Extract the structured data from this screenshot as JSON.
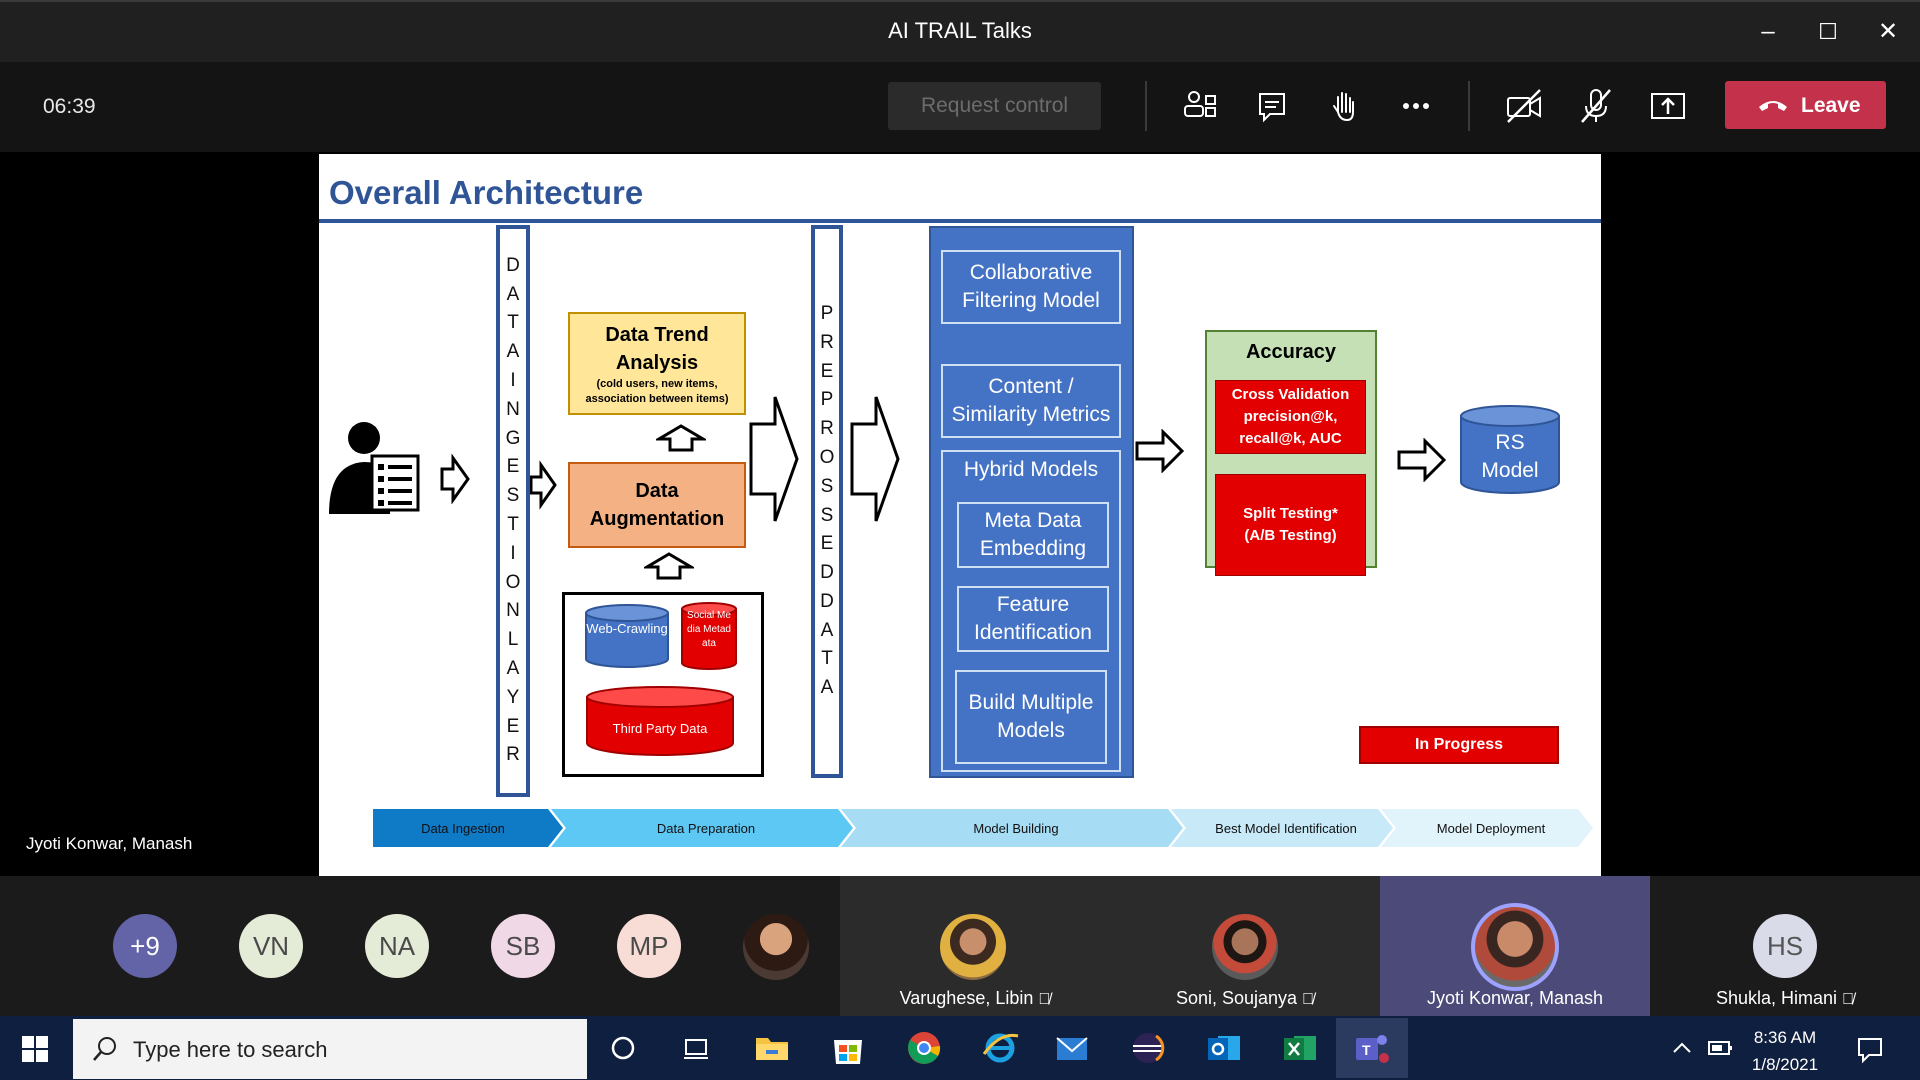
{
  "window": {
    "title": "AI TRAIL Talks",
    "minimize": "–",
    "maximize": "☐",
    "close": "✕"
  },
  "meeting": {
    "timer": "06:39",
    "request_control": "Request control",
    "leave_label": "Leave"
  },
  "icons": [
    "people-icon",
    "chat-icon",
    "raise-hand-icon",
    "more-icon",
    "camera-off-icon",
    "mic-off-icon",
    "share-icon"
  ],
  "slide": {
    "title": "Overall Architecture",
    "ingestion_layer_letters": [
      "D",
      "A",
      "T",
      "A",
      "I",
      "N",
      "G",
      "E",
      "S",
      "T",
      "I",
      "O",
      "N",
      "L",
      "A",
      "Y",
      "E",
      "R"
    ],
    "preprocessed_letters": [
      "P",
      "R",
      "E",
      "P",
      "R",
      "O",
      "S",
      "S",
      "E",
      "D",
      "D",
      "A",
      "T",
      "A"
    ],
    "data_trend": {
      "title": "Data Trend Analysis",
      "subtitle": "(cold users, new items, association between items)"
    },
    "data_augmentation": "Data Augmentation",
    "sources": {
      "web": "Web-Crawling",
      "social": "Social Media Metadata",
      "third_party": "Third Party Data"
    },
    "models": {
      "collaborative": "Collaborative Filtering Model",
      "content": "Content / Similarity Metrics",
      "hybrid": "Hybrid Models",
      "meta": "Meta Data Embedding",
      "feature": "Feature Identification",
      "build": "Build Multiple Models"
    },
    "accuracy": {
      "title": "Accuracy",
      "cv": "Cross Validation precision@k, recall@k, AUC",
      "split": "Split Testing* (A/B Testing)"
    },
    "rs_model": "RS Model",
    "in_progress": "In Progress",
    "pipeline": [
      "Data Ingestion",
      "Data Preparation",
      "Model Building",
      "Best Model Identification",
      "Model Deployment"
    ],
    "colors": {
      "dark_blue": "#2f5597",
      "mid_blue": "#4472c4",
      "red": "#e30000",
      "green_bg": "#c5e0b4",
      "yellow": "#ffe699",
      "orange": "#f4b183"
    }
  },
  "presenter_label": "Jyoti Konwar, Manash",
  "participants": {
    "overflow": "+9",
    "avatars": [
      {
        "initials": "VN",
        "bg": "#e4ecd7"
      },
      {
        "initials": "NA",
        "bg": "#e4ecd7"
      },
      {
        "initials": "SB",
        "bg": "#f1d8e6"
      },
      {
        "initials": "MP",
        "bg": "#f8dcd6"
      }
    ],
    "tiles": [
      {
        "name": "Varughese, Libin"
      },
      {
        "name": "Soni, Soujanya"
      },
      {
        "name": "Jyoti Konwar, Manash"
      },
      {
        "name": "Shukla, Himani",
        "initials": "HS"
      }
    ]
  },
  "taskbar": {
    "search_placeholder": "Type here to search",
    "time": "8:36 AM",
    "date": "1/8/2021"
  }
}
